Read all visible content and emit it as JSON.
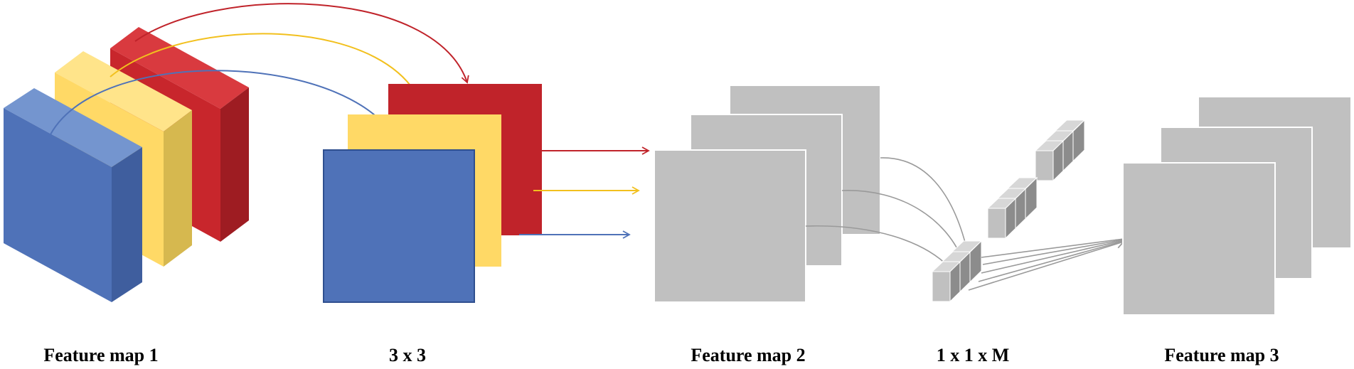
{
  "labels": {
    "feature_map_1": "Feature map 1",
    "kernel": "3 x 3",
    "feature_map_2": "Feature map 2",
    "pointwise": "1 x 1 x M",
    "feature_map_3": "Feature map 3"
  },
  "colors": {
    "red": "#C0232A",
    "red_side": "#9E1C22",
    "red_top": "#D93A3F",
    "yellow": "#FFD966",
    "yellow_side": "#D6B84F",
    "yellow_top": "#FFE48A",
    "blue": "#4F72B8",
    "blue_side": "#3F5E9E",
    "blue_top": "#7495CF",
    "gray": "#C0C0C0",
    "gray_dark": "#8C8C8C",
    "gray_light": "#D7D7D7",
    "arrow_gray": "#9A9A9A"
  },
  "icons": {
    "input_blocks": "colored-3d-channel-blocks",
    "kernels": "colored-square-kernels",
    "pointwise_cube": "gray-cube-stack"
  }
}
